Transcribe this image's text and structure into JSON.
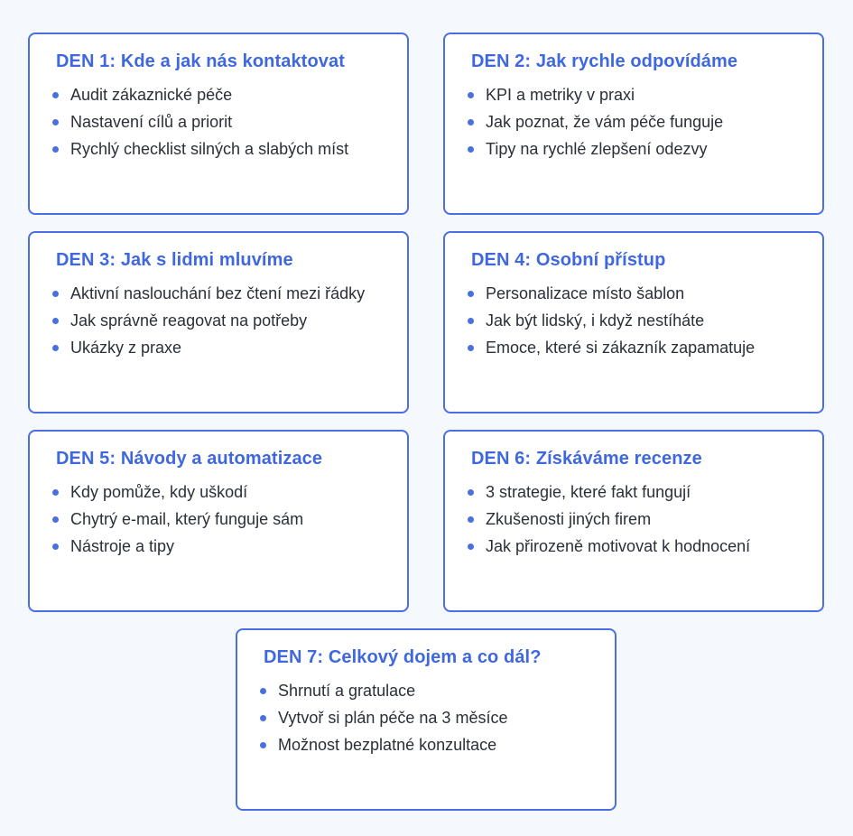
{
  "days": [
    {
      "title": "DEN 1: Kde a jak nás kontaktovat",
      "items": [
        "Audit zákaznické péče",
        "Nastavení cílů a priorit",
        "Rychlý checklist silných a slabých míst"
      ]
    },
    {
      "title": "DEN 2: Jak rychle odpovídáme",
      "items": [
        "KPI a metriky v praxi",
        "Jak poznat, že vám péče funguje",
        "Tipy na rychlé zlepšení odezvy"
      ]
    },
    {
      "title": "DEN 3: Jak s lidmi mluvíme",
      "items": [
        "Aktivní naslouchání bez čtení mezi řádky",
        "Jak správně reagovat na potřeby",
        "Ukázky z praxe"
      ]
    },
    {
      "title": "DEN 4: Osobní přístup",
      "items": [
        "Personalizace místo šablon",
        "Jak být lidský, i když nestíháte",
        "Emoce, které si zákazník zapamatuje"
      ]
    },
    {
      "title": "DEN 5: Návody a automatizace",
      "items": [
        "Kdy pomůže, kdy uškodí",
        "Chytrý e-mail, který funguje sám",
        "Nástroje a tipy"
      ]
    },
    {
      "title": "DEN 6: Získáváme recenze",
      "items": [
        "3 strategie, které fakt fungují",
        "Zkušenosti jiných firem",
        "Jak přirozeně motivovat k hodnocení"
      ]
    },
    {
      "title": "DEN 7: Celkový dojem a co dál?",
      "items": [
        "Shrnutí a gratulace",
        "Vytvoř si plán péče na 3 měsíce",
        "Možnost bezplatné konzultace"
      ]
    }
  ],
  "colors": {
    "accent": "#4a6fe0",
    "title": "#3f68df",
    "text": "#2b2f38",
    "background": "#f5f8fc"
  }
}
